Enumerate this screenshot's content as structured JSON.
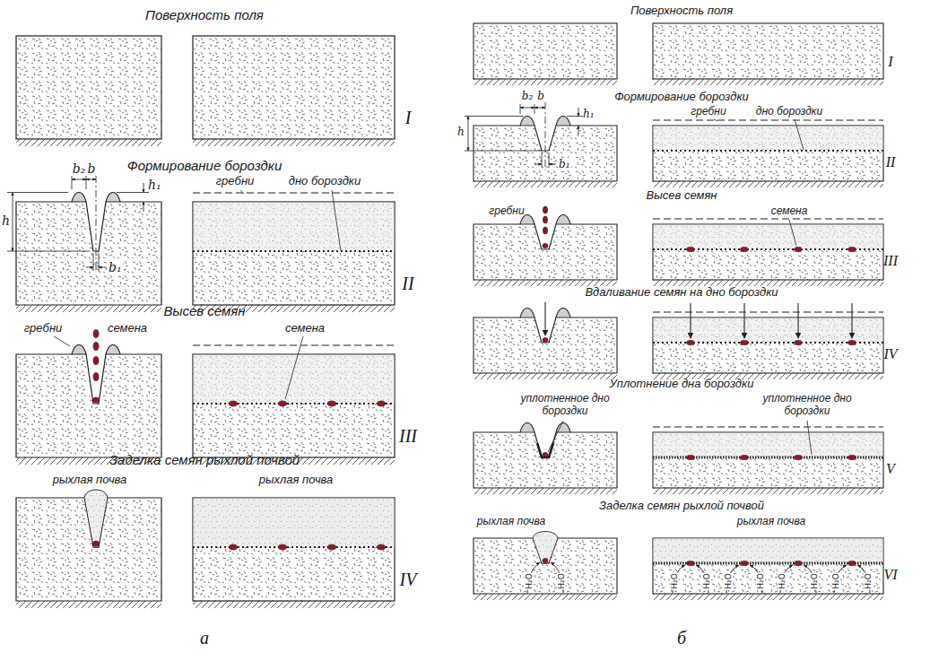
{
  "diagram": {
    "labels": [
      "Поверхность поля",
      "I",
      "Формирование бороздки",
      "b₂",
      "b",
      "h₁",
      "h",
      "b₁",
      "гребни",
      "дно бороздки",
      "II",
      "Высев семян",
      "гребни",
      "семена",
      "семена",
      "III",
      "Заделка семян рыхлой почвой",
      "рыхлая почва",
      "рыхлая почва",
      "IV",
      "а",
      "Поверхность поля",
      "I",
      "Формирование бороздки",
      "b₂",
      "b",
      "h₁",
      "h",
      "b₁",
      "гребни",
      "дно бороздки",
      "II",
      "Высев семян",
      "гребни",
      "семена",
      "III",
      "Вдаливание семян на дно бороздки",
      "IV",
      "Уплотнение дна бороздки",
      "уплотненное дно бороздки",
      "уплотненное дно бороздки",
      "V",
      "Заделка семян рыхлой почвой",
      "рыхлая почва",
      "рыхлая почва",
      "H₂O",
      "H₂O",
      "H₂O",
      "H₂O",
      "H₂O",
      "H₂O",
      "H₂O",
      "H₂O",
      "H₂O",
      "H₂O",
      "VI",
      "б"
    ]
  }
}
